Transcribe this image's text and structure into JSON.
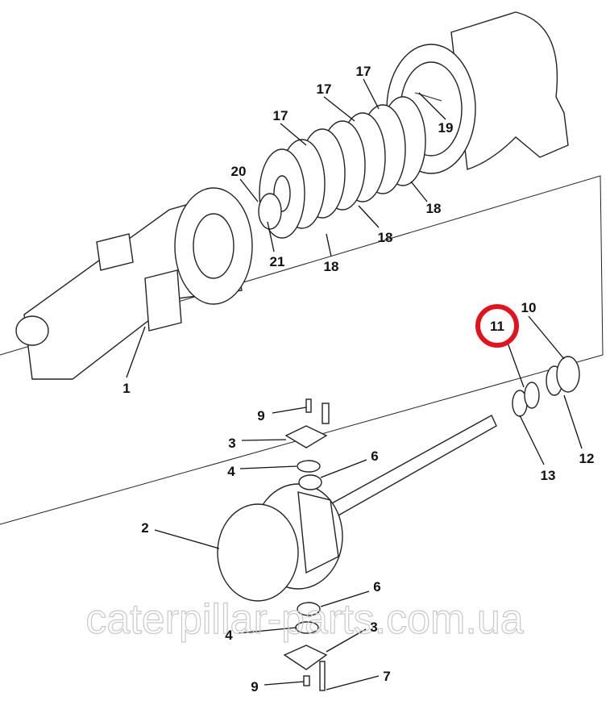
{
  "diagram": {
    "watermark": "caterpillar-parts.com.ua",
    "highlight_color": "#e0141e",
    "highlighted_callout": "11",
    "callouts": {
      "c17a": "17",
      "c17b": "17",
      "c17c": "17",
      "c19": "19",
      "c20": "20",
      "c21": "21",
      "c18a": "18",
      "c18b": "18",
      "c18c": "18",
      "c1": "1",
      "c10": "10",
      "c11": "11",
      "c12": "12",
      "c13": "13",
      "c9a": "9",
      "c9b": "9",
      "c3a": "3",
      "c3b": "3",
      "c4a": "4",
      "c4b": "4",
      "c6a": "6",
      "c6b": "6",
      "c2": "2",
      "c7": "7"
    }
  }
}
